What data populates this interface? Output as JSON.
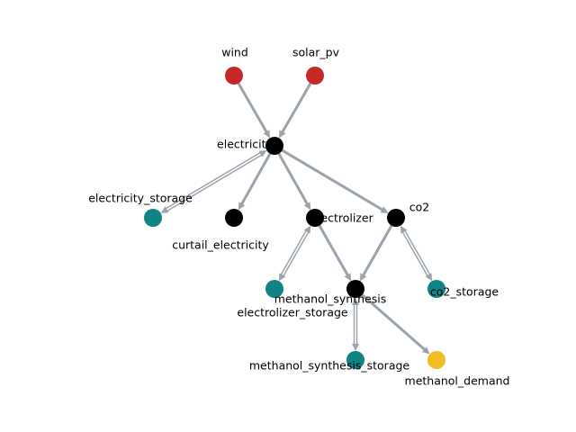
{
  "graph": {
    "colors": {
      "source": "#c62828",
      "hub": "#000000",
      "storage": "#0f8385",
      "demand": "#f0bd26",
      "edge": "#9aa3ab"
    },
    "nodes": [
      {
        "id": "wind",
        "label": "wind",
        "kind": "source"
      },
      {
        "id": "solar_pv",
        "label": "solar_pv",
        "kind": "source"
      },
      {
        "id": "electricity",
        "label": "electricity",
        "kind": "hub"
      },
      {
        "id": "electricity_storage",
        "label": "electricity_storage",
        "kind": "storage"
      },
      {
        "id": "curtail_electricity",
        "label": "curtail_electricity",
        "kind": "hub"
      },
      {
        "id": "electrolizer",
        "label": "electrolizer",
        "kind": "hub"
      },
      {
        "id": "co2",
        "label": "co2",
        "kind": "hub"
      },
      {
        "id": "electrolizer_storage",
        "label": "electrolizer_storage",
        "kind": "storage"
      },
      {
        "id": "methanol_synthesis",
        "label": "methanol_synthesis",
        "kind": "hub"
      },
      {
        "id": "co2_storage",
        "label": "co2_storage",
        "kind": "storage"
      },
      {
        "id": "methanol_synthesis_storage",
        "label": "methanol_synthesis_storage",
        "kind": "storage"
      },
      {
        "id": "methanol_demand",
        "label": "methanol_demand",
        "kind": "demand"
      }
    ],
    "edges": [
      {
        "from": "wind",
        "to": "electricity",
        "style": "single"
      },
      {
        "from": "solar_pv",
        "to": "electricity",
        "style": "single"
      },
      {
        "from": "electricity",
        "to": "electricity_storage",
        "style": "double"
      },
      {
        "from": "electricity",
        "to": "curtail_electricity",
        "style": "single"
      },
      {
        "from": "electricity",
        "to": "electrolizer",
        "style": "single"
      },
      {
        "from": "electricity",
        "to": "co2",
        "style": "single"
      },
      {
        "from": "electrolizer",
        "to": "electrolizer_storage",
        "style": "double"
      },
      {
        "from": "electrolizer",
        "to": "methanol_synthesis",
        "style": "single"
      },
      {
        "from": "co2",
        "to": "methanol_synthesis",
        "style": "single"
      },
      {
        "from": "co2",
        "to": "co2_storage",
        "style": "double"
      },
      {
        "from": "methanol_synthesis",
        "to": "methanol_synthesis_storage",
        "style": "double"
      },
      {
        "from": "methanol_synthesis",
        "to": "methanol_demand",
        "style": "single"
      }
    ]
  }
}
